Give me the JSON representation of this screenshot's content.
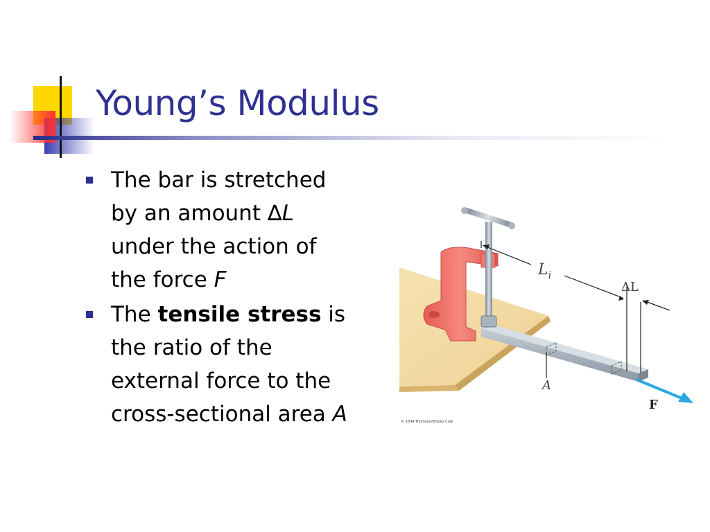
{
  "slide": {
    "title": "Young’s Modulus",
    "bullets": [
      {
        "line1": "The bar is stretched",
        "line2_prefix": "by an amount ",
        "delta_symbol": "∆",
        "delta_var": "L",
        "line3": "under the action of",
        "line4_prefix": "the force ",
        "force_var": "F"
      },
      {
        "prefix": "The ",
        "bold_term": "tensile stress",
        "suffix": " is",
        "line2": "the ratio of the",
        "line3": "external force to the",
        "line4_prefix": "cross-sectional area ",
        "area_var": "A"
      }
    ]
  },
  "figure": {
    "label_length": "L",
    "label_length_sub": "i",
    "label_delta": "ΔL",
    "label_area": "A",
    "label_force": "F",
    "copyright": "© 2004 Thomson/Brooks Cole"
  },
  "colors": {
    "title": "#2e3192",
    "bullet": "#2e3192",
    "clamp": "#f2756b",
    "table": "#f3dba5",
    "bar": "#a7b3bd",
    "force_arrow": "#29a8e0"
  }
}
